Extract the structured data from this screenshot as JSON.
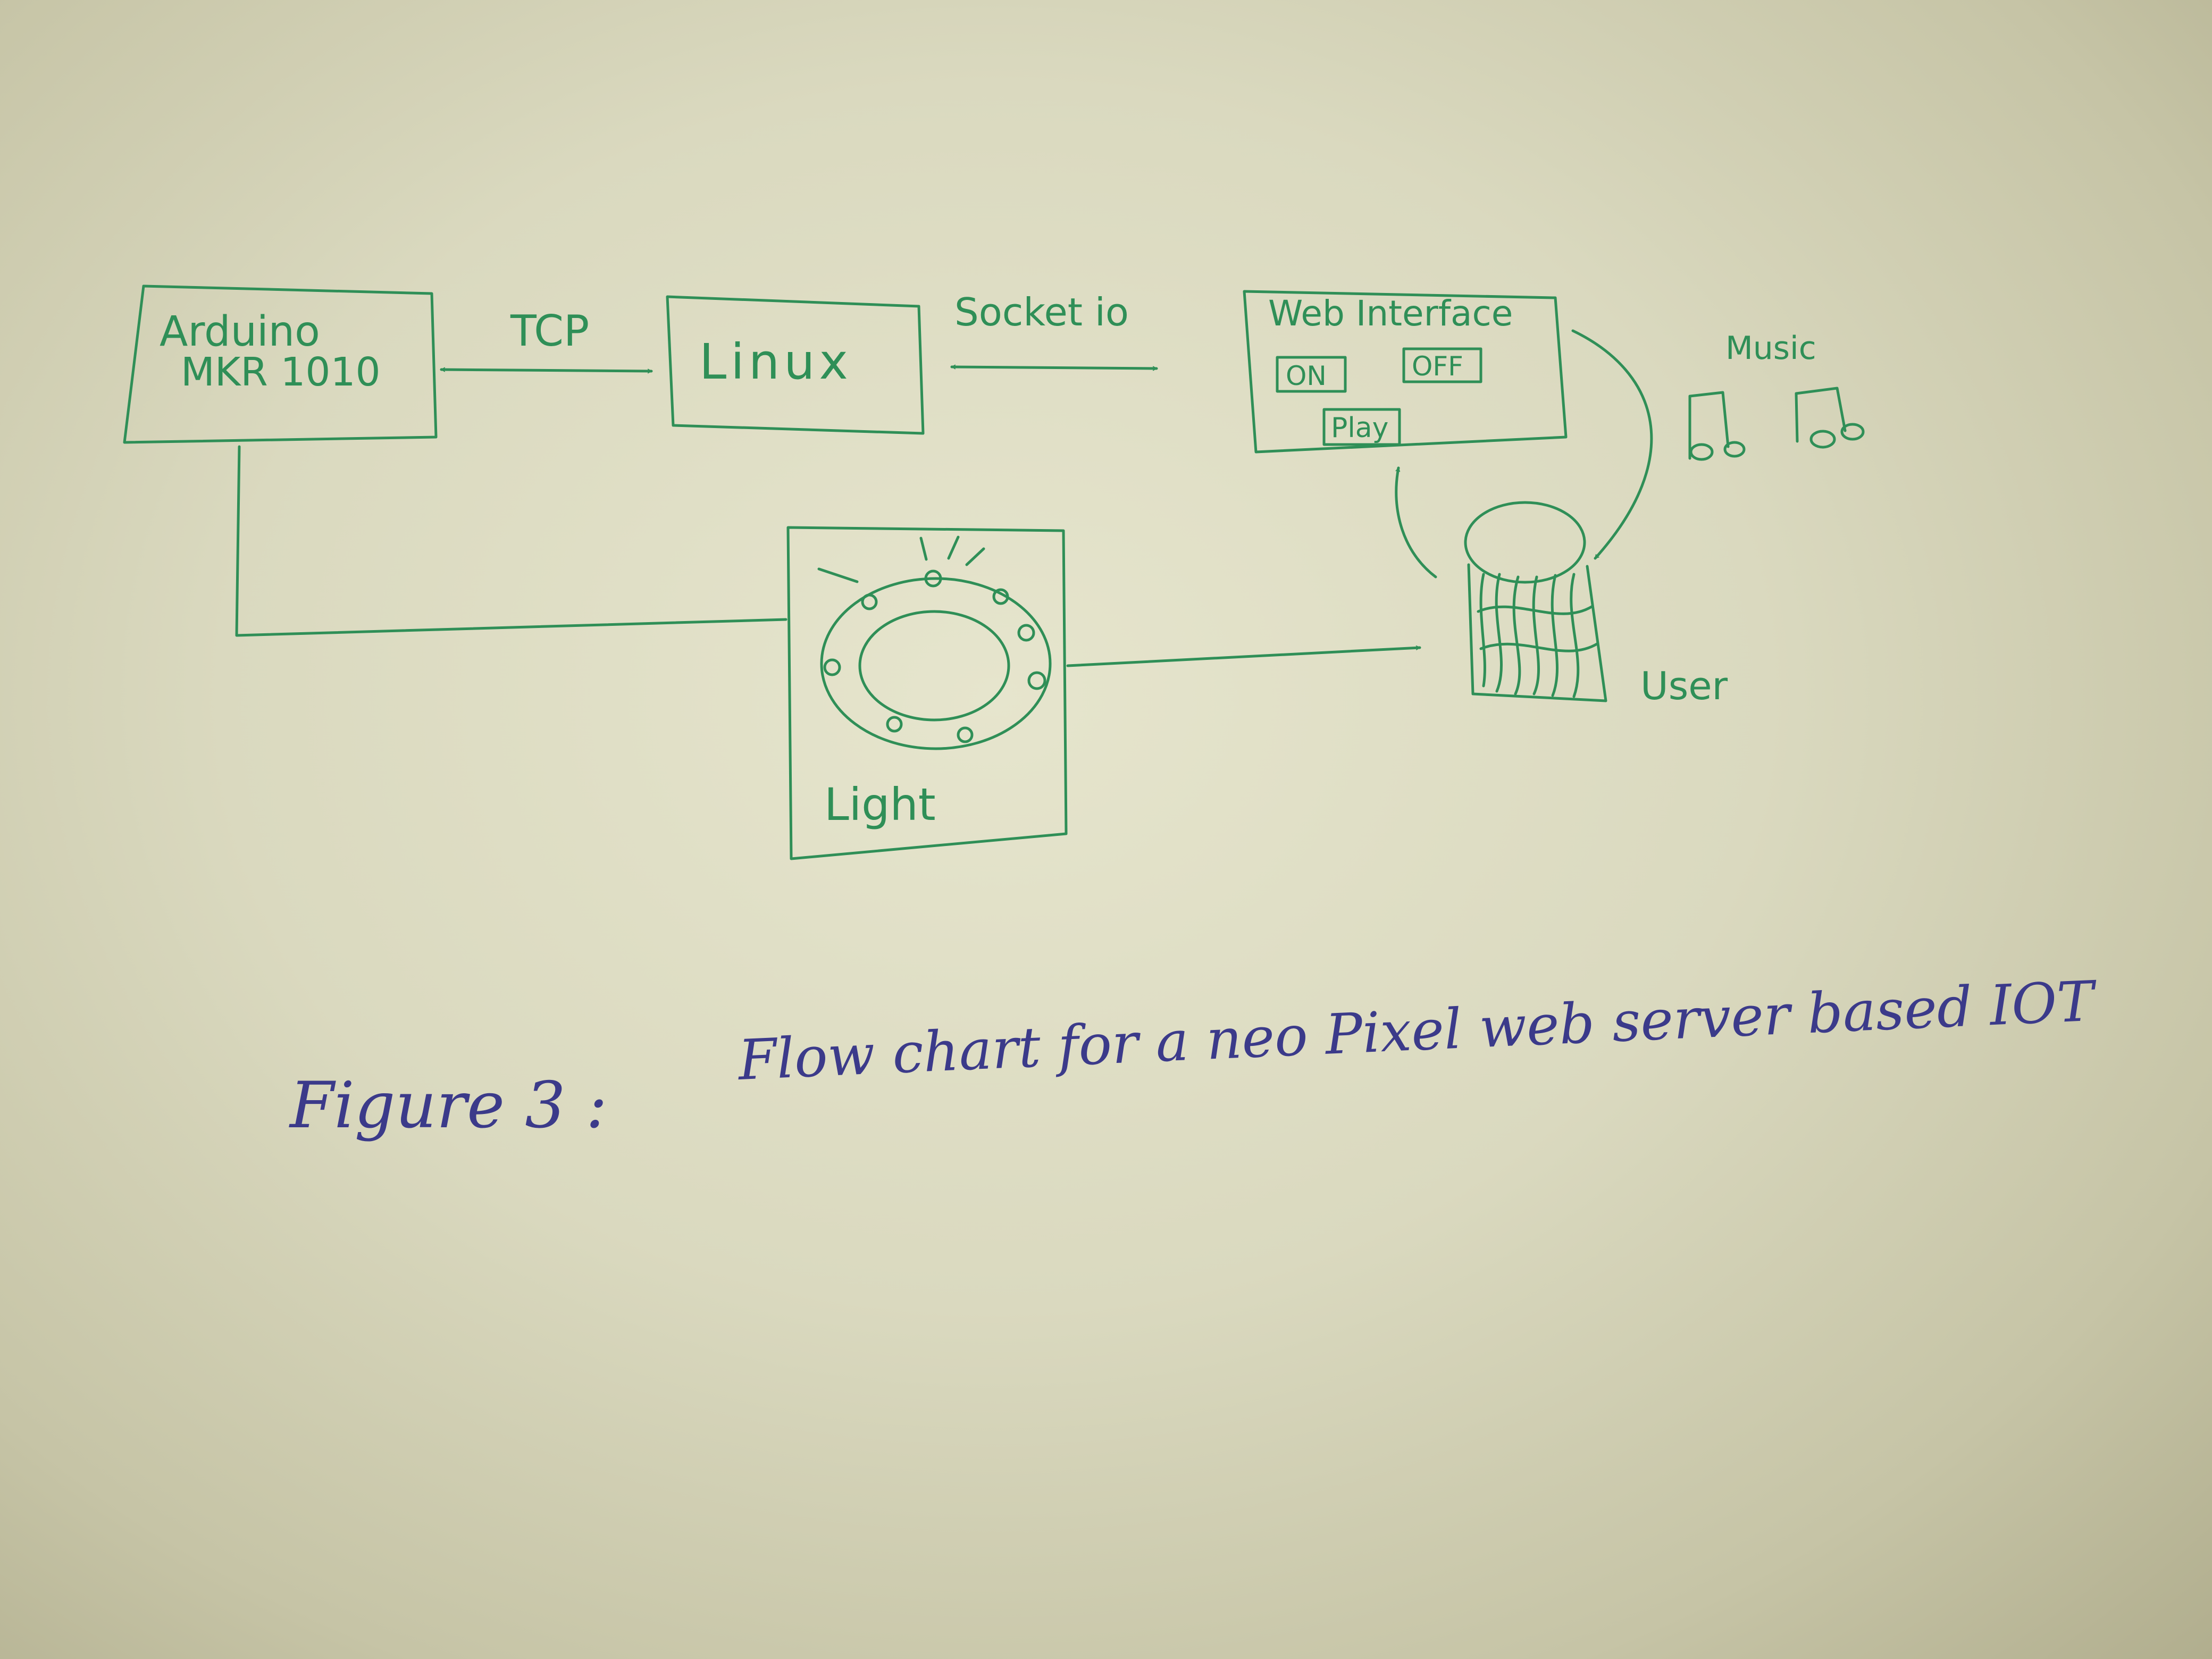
{
  "colors": {
    "paper": "#e4e3ca",
    "green_ink": "#2f8f57",
    "blue_ink": "#3b3a8a"
  },
  "nodes": {
    "arduino": {
      "line1": "Arduino",
      "line2": "MKR 1010"
    },
    "linux": "Linux",
    "web_interface": {
      "title": "Web Interface",
      "on_button": "ON",
      "off_button": "OFF",
      "play_button": "Play"
    },
    "light": "Light",
    "user": "User",
    "music": "Music"
  },
  "edges": {
    "arduino_linux": "TCP",
    "linux_web": "Socket io"
  },
  "icons": [
    "music-note-icon",
    "led-ring-icon",
    "user-figure-icon"
  ],
  "caption": {
    "label": "Figure 3 :",
    "text": "Flow chart for a neo Pixel web server based IOT"
  }
}
